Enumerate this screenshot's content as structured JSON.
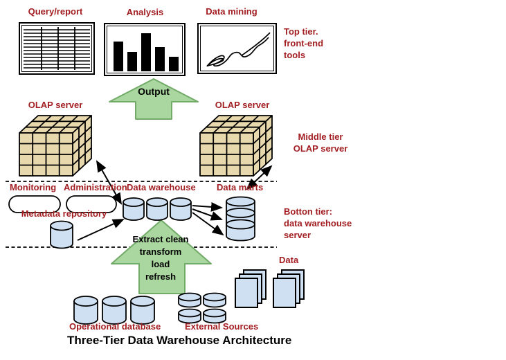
{
  "title": "Three-Tier Data Warehouse Architecture",
  "top_tier": {
    "query_report_label": "Query/report",
    "analysis_label": "Analysis",
    "data_mining_label": "Data mining",
    "note": "Top tier.\nfront-end\ntools"
  },
  "output_arrow": {
    "label": "Output"
  },
  "middle_tier": {
    "olap_left_label": "OLAP server",
    "olap_right_label": "OLAP server",
    "note": "Middle tier\nOLAP server"
  },
  "bottom_tier": {
    "monitoring_label": "Monitoring",
    "administration_label": "Administration",
    "data_warehouse_label": "Data warehouse",
    "data_marts_label": "Data marts",
    "metadata_repository_label": "Metadata repository",
    "note": "Botton tier:\ndata warehouse\nserver"
  },
  "etl_arrow": {
    "label": "Extract clean\ntransform\nload\nrefresh"
  },
  "sources": {
    "data_label": "Data",
    "operational_database_label": "Operational database",
    "external_sources_label": "External Sources"
  },
  "icons": {
    "query_report": "table-grid-icon",
    "analysis": "bar-chart-icon",
    "data_mining": "curve-icon",
    "olap": "cube-icon",
    "database": "cylinder-icon",
    "documents": "document-stack-icon"
  },
  "colors": {
    "label_red": "#a21e22",
    "green_fill": "#a9d79f",
    "green_stroke": "#72aa68",
    "cylinder_blue": "#cfe0f2",
    "cube_tan": "#e8d8ad",
    "ink": "#000000"
  }
}
